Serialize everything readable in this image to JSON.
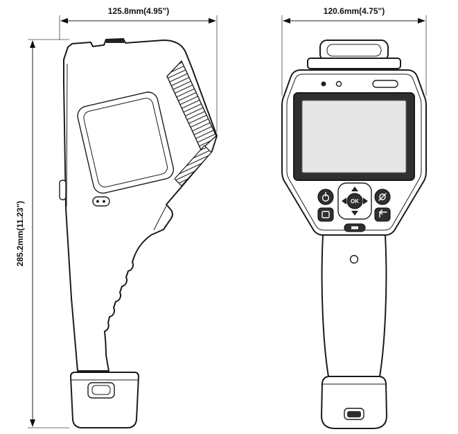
{
  "dimensions": {
    "side_width": "125.8mm(4.95\")",
    "front_width": "120.6mm(4.75\")",
    "height": "285.2mm(11.23\")"
  },
  "front_view": {
    "ok_button": "OK"
  },
  "colors": {
    "line": "#1a1a1a",
    "dark_parts": "#2f2f2f",
    "screen_fill": "#e6e6e6",
    "background": "#ffffff"
  }
}
